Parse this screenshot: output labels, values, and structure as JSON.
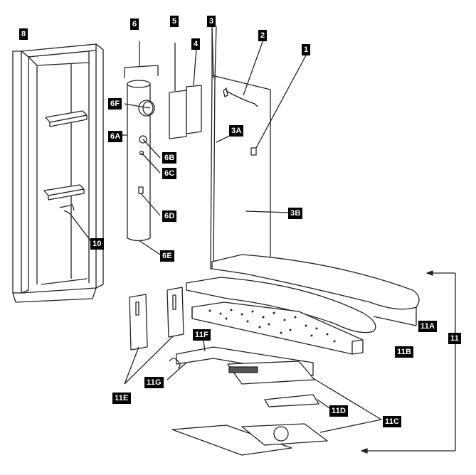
{
  "callouts": {
    "l1": "1",
    "l2": "2",
    "l3": "3",
    "l3a": "3A",
    "l3b": "3B",
    "l4": "4",
    "l5": "5",
    "l6": "6",
    "l6a": "6A",
    "l6b": "6B",
    "l6c": "6C",
    "l6d": "6D",
    "l6e": "6E",
    "l6f": "6F",
    "l8": "8",
    "l10": "10",
    "l11": "11",
    "l11a": "11A",
    "l11b": "11B",
    "l11c": "11C",
    "l11d": "11D",
    "l11e": "11E",
    "l11f": "11F",
    "l11g": "11G"
  }
}
